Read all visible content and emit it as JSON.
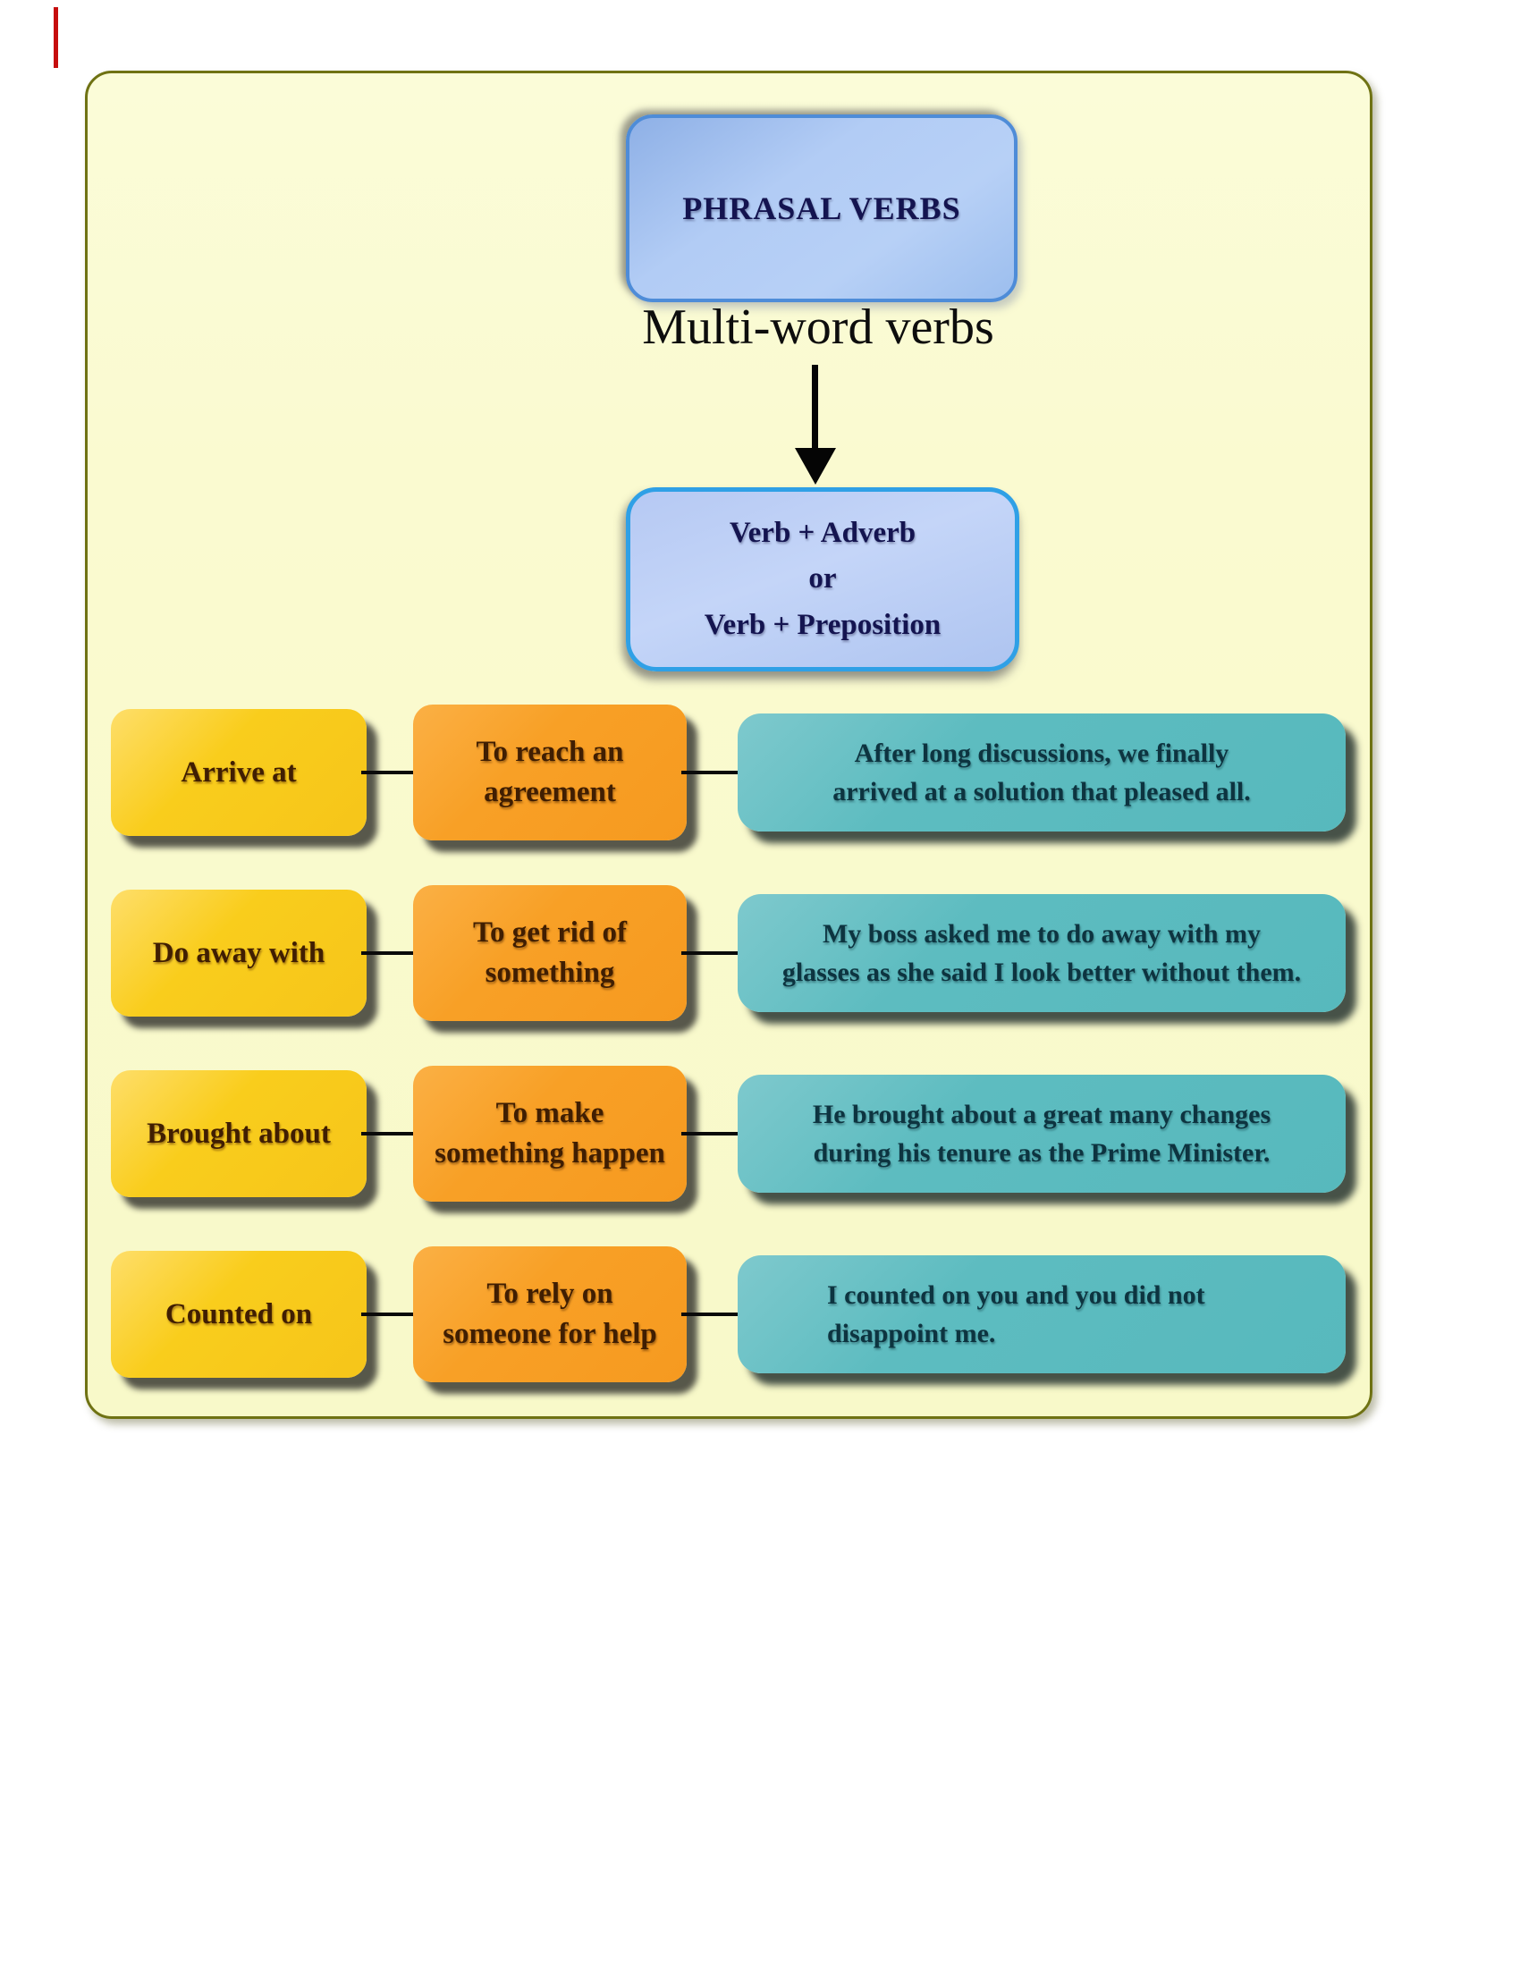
{
  "colors": {
    "page_bg": "#ffffff",
    "panel_bg": "#fafad0",
    "panel_border": "#6f7213",
    "title_box_fill": "#aec6f1",
    "title_box_border": "#4e8cd8",
    "formula_box_border": "#2fa0e6",
    "verb_box_fill": "#f6c51a",
    "meaning_box_fill": "#f69a20",
    "example_box_fill": "#57b9bd",
    "dark_text_blue": "#141450",
    "dark_text_brown": "#401e02",
    "dark_text_teal": "#0d3440",
    "connector": "#0a0a0a",
    "stray_mark": "#c60d0d"
  },
  "header": {
    "title": "PHRASAL VERBS",
    "subtitle": "Multi-word verbs",
    "formula_lines": [
      "Verb + Adverb",
      "or",
      "Verb + Preposition"
    ]
  },
  "rows": [
    {
      "verb": "Arrive at",
      "meaning_lines": [
        "To reach an",
        "agreement"
      ],
      "example_lines": [
        "After long discussions, we finally",
        "arrived at a solution that pleased all."
      ]
    },
    {
      "verb": "Do away with",
      "meaning_lines": [
        "To get rid of",
        "something"
      ],
      "example_lines": [
        "My boss asked me to do away with my",
        "glasses as she said I look better without them."
      ]
    },
    {
      "verb": "Brought about",
      "meaning_lines": [
        "To make",
        "something happen"
      ],
      "example_lines": [
        "He brought about a great many changes",
        "during his tenure as the Prime Minister."
      ]
    },
    {
      "verb": "Counted on",
      "meaning_lines": [
        "To rely on",
        "someone for help"
      ],
      "example_lines": [
        "I counted on you and you did not",
        "disappoint me."
      ]
    }
  ]
}
